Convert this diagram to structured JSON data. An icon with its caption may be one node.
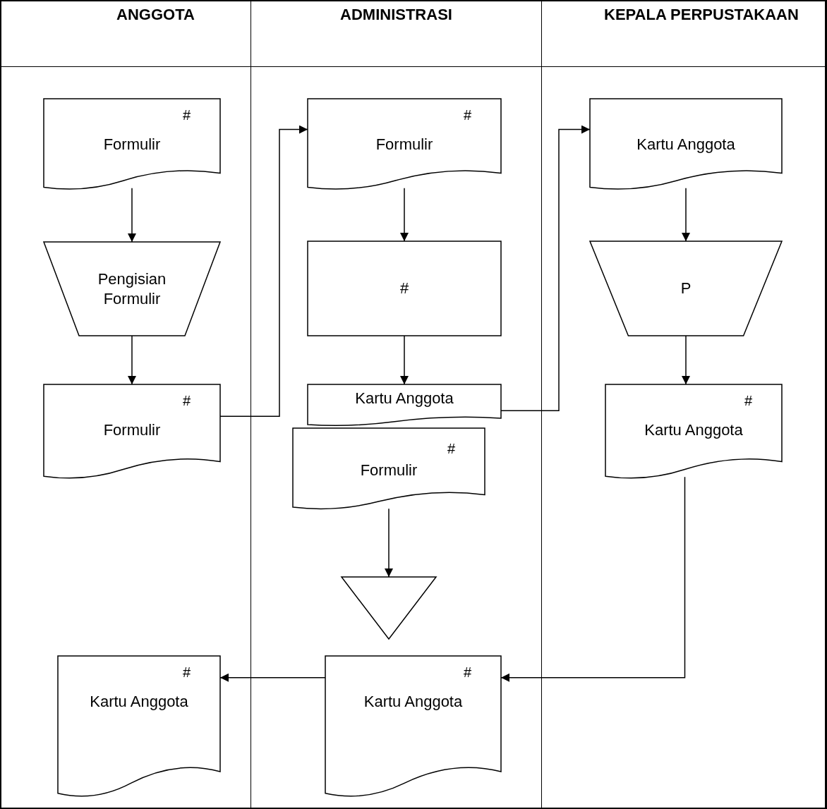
{
  "diagram": {
    "nodes": [
      {
        "text": [
          "ANGGOTA"
        ]
      },
      {
        "text": [
          "ADMINISTRASI"
        ]
      },
      {
        "text": [
          "KEPALA PERPUSTAKAAN"
        ]
      },
      {
        "text": [
          "#",
          "Formulir"
        ],
        "in": 0
      },
      {
        "text": [
          "Pengisian Formulir"
        ],
        "in": 0
      },
      {
        "text": [
          "#",
          "Formulir"
        ],
        "in": 0
      },
      {
        "text": [
          "#",
          "Formulir"
        ],
        "in": 1
      },
      {
        "text": [
          "#"
        ],
        "in": 1
      },
      {
        "text": [
          "Kartu Anggota"
        ],
        "in": 1
      },
      {
        "text": [
          "#",
          "Formulir"
        ],
        "in": 1
      },
      {
        "text": [],
        "shape": "triangle",
        "in": 1
      },
      {
        "text": [
          "Kartu Anggota"
        ],
        "in": 2
      },
      {
        "text": [
          "P"
        ],
        "in": 2
      },
      {
        "text": [
          "#",
          "Kartu Anggota"
        ],
        "in": 2
      },
      {
        "text": [
          "#",
          "Kartu Anggota"
        ],
        "in": 0
      },
      {
        "text": [
          "#",
          "Kartu Anggota"
        ],
        "in": 1
      }
    ],
    "edges": [
      {
        "from": 3,
        "to": 4,
        "arrow": "to"
      },
      {
        "from": 4,
        "to": 5,
        "arrow": "to"
      },
      {
        "from": 5,
        "to": 6,
        "arrow": "to"
      },
      {
        "from": 6,
        "to": 7,
        "arrow": "to"
      },
      {
        "from": 7,
        "to": 8,
        "arrow": "to"
      },
      {
        "from": 8,
        "to": 11,
        "arrow": "to"
      },
      {
        "from": 9,
        "to": 10,
        "arrow": "to"
      },
      {
        "from": 11,
        "to": 12,
        "arrow": "to"
      },
      {
        "from": 12,
        "to": 13,
        "arrow": "to"
      },
      {
        "from": 13,
        "to": 15,
        "arrow": "to"
      },
      {
        "from": 15,
        "to": 14,
        "arrow": "to"
      }
    ]
  }
}
